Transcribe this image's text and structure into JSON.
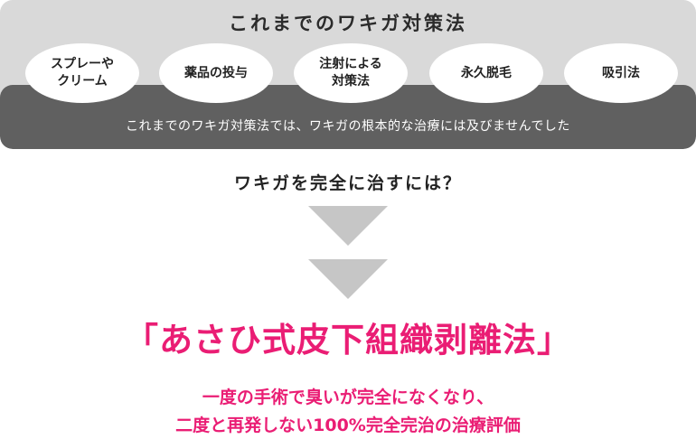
{
  "panel": {
    "title": "これまでのワキガ対策法",
    "methods": [
      "スプレーや\nクリーム",
      "薬品の投与",
      "注射による\n対策法",
      "永久脱毛",
      "吸引法"
    ],
    "band_text": "これまでのワキガ対策法では、ワキガの根本的な治療には及びませんでした"
  },
  "question": "ワキガを完全に治すには？",
  "headline": "「あさひ式皮下組織剥離法」",
  "subtext": {
    "line1": "一度の手術で臭いが完全になくなり、",
    "line2": "二度と再発しない100%完全完治の治療評価"
  },
  "colors": {
    "accent": "#ea1d74",
    "panel": "#d9d9d9",
    "band": "#606060",
    "arrow": "#c6c6c6"
  }
}
